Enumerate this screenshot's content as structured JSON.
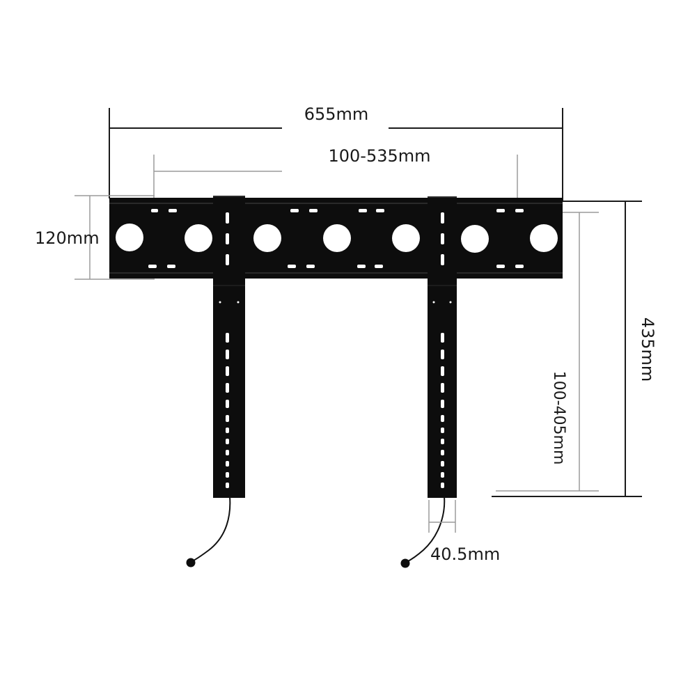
{
  "dimensions": {
    "overall_width": "655mm",
    "vesa_width": "100-535mm",
    "rail_height": "120mm",
    "overall_height": "435mm",
    "vesa_height": "100-405mm",
    "arm_width": "40.5mm"
  },
  "colors": {
    "metal": "#0d0d0d",
    "metal_edge": "#2a2a2a",
    "dim_line_dark": "#1a1a1a",
    "dim_line_light": "#9a9a9a",
    "background": "#ffffff"
  }
}
